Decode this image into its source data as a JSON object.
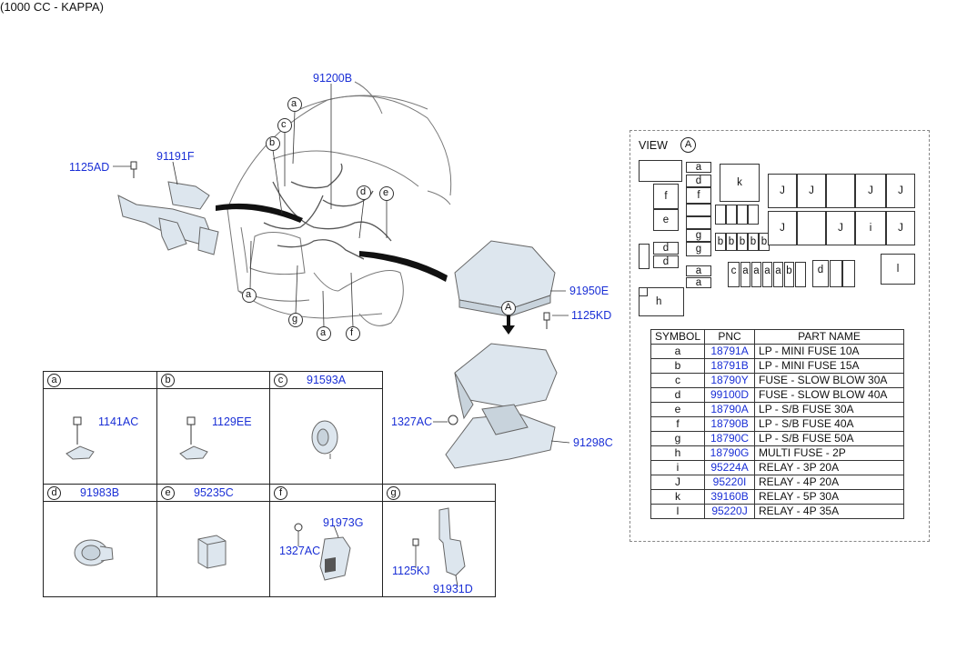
{
  "header": "(1000 CC - KAPPA)",
  "callouts": {
    "p91200B": "91200B",
    "p1125AD": "1125AD",
    "p91191F": "91191F",
    "p91950E": "91950E",
    "p1125KD": "1125KD",
    "p1327AC": "1327AC",
    "p91298C": "91298C",
    "arrowA": "A",
    "la": "a",
    "lb": "b",
    "lc": "c",
    "ld": "d",
    "le": "e",
    "lf": "f",
    "lg": "g",
    "la2": "a",
    "lg2": "g",
    "la3": "a",
    "lf2": "f"
  },
  "grid": {
    "cells": [
      {
        "key": "a",
        "pn": "",
        "part": "1141AC"
      },
      {
        "key": "b",
        "pn": "",
        "part": "1129EE"
      },
      {
        "key": "c",
        "pn": "91593A",
        "part": ""
      },
      {
        "key": "d",
        "pn": "91983B",
        "part": ""
      },
      {
        "key": "e",
        "pn": "95235C",
        "part": ""
      },
      {
        "key": "f",
        "pn": "",
        "part": "91973G",
        "part2": "1327AC"
      },
      {
        "key": "g",
        "pn": "",
        "part": "1125KJ",
        "part2": "91931D"
      }
    ]
  },
  "view": {
    "title": "VIEW",
    "circle": "A",
    "slots": {
      "a1": "a",
      "d1": "d",
      "f1": "f",
      "k": "k",
      "J1": "J",
      "J2": "J",
      "J3": "J",
      "J4": "J",
      "f2": "f",
      "e": "e",
      "J5": "J",
      "J6": "J",
      "i": "i",
      "J7": "J",
      "g1": "g",
      "g2": "g",
      "b1": "b",
      "b2": "b",
      "b3": "b",
      "b4": "b",
      "b5": "b",
      "d2": "d",
      "d3": "d",
      "c": "c",
      "a2": "a",
      "a3": "a",
      "a4": "a",
      "a5": "a",
      "b6": "b",
      "d4": "d",
      "a6": "a",
      "a7": "a",
      "l": "l",
      "h": "h"
    },
    "legend": {
      "headers": [
        "SYMBOL",
        "PNC",
        "PART NAME"
      ],
      "rows": [
        [
          "a",
          "18791A",
          "LP - MINI FUSE 10A"
        ],
        [
          "b",
          "18791B",
          "LP - MINI FUSE 15A"
        ],
        [
          "c",
          "18790Y",
          "FUSE - SLOW BLOW 30A"
        ],
        [
          "d",
          "99100D",
          "FUSE - SLOW BLOW 40A"
        ],
        [
          "e",
          "18790A",
          "LP - S/B FUSE 30A"
        ],
        [
          "f",
          "18790B",
          "LP - S/B FUSE 40A"
        ],
        [
          "g",
          "18790C",
          "LP - S/B FUSE 50A"
        ],
        [
          "h",
          "18790G",
          "MULTI FUSE - 2P"
        ],
        [
          "i",
          "95224A",
          "RELAY - 3P 20A"
        ],
        [
          "J",
          "95220I",
          "RELAY - 4P 20A"
        ],
        [
          "k",
          "39160B",
          "RELAY - 5P 30A"
        ],
        [
          "l",
          "95220J",
          "RELAY - 4P 35A"
        ]
      ]
    }
  }
}
